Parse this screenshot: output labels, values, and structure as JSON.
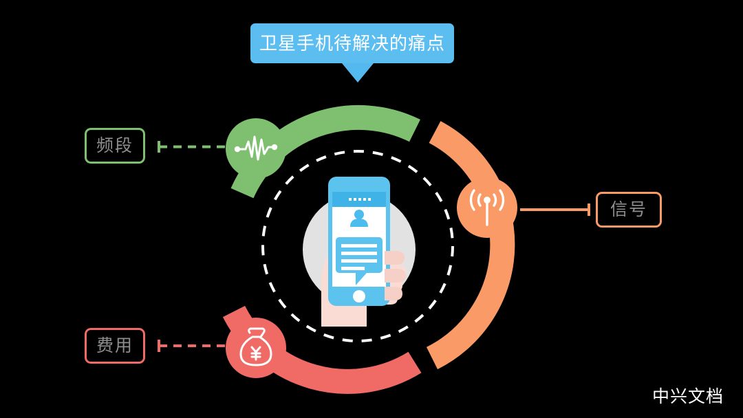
{
  "banner": {
    "title": "卫星手机待解决的痛点",
    "bg_color": "#5cbdf0",
    "text_color": "#ffffff",
    "arrow_color": "#54b9ee",
    "arrow_icon": "triangle-down-icon"
  },
  "background_color": "#000000",
  "nodes": [
    {
      "id": "band",
      "label": "频段",
      "color": "#7fc070",
      "icon": "waveform-icon",
      "connector": "dashed",
      "side": "left"
    },
    {
      "id": "signal",
      "label": "信号",
      "color": "#fa9b67",
      "icon": "antenna-broadcast-icon",
      "connector": "solid",
      "side": "right"
    },
    {
      "id": "cost",
      "label": "费用",
      "color": "#f06a66",
      "icon": "money-bag-yuan-icon",
      "connector": "dashed",
      "side": "left"
    }
  ],
  "center": {
    "illustration": "hand-holding-phone-chat-icon",
    "phone_color": "#5cc3ef",
    "screen_color": "#ffffff",
    "hand_color": "#fbdcd4",
    "backdrop_color": "#e2e2e2",
    "dashed_orbit_color": "#ffffff",
    "currency_symbol": "¥"
  },
  "watermark": {
    "text": "中兴文档",
    "color": "#ffffff"
  },
  "chart_data": {
    "type": "diagram",
    "title": "卫星手机待解决的痛点",
    "categories": [
      "频段",
      "信号",
      "费用"
    ],
    "layout": "radial broken-ring with three arc segments and icon nodes around a central phone illustration"
  }
}
